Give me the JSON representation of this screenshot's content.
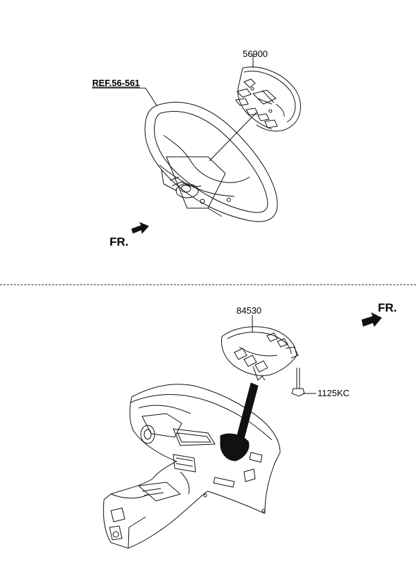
{
  "labels": {
    "ref_steering": "REF.56-561",
    "part_driver_airbag": "56900",
    "fr_top": "FR.",
    "part_passenger_airbag": "84530",
    "fr_bottom": "FR.",
    "part_bolt": "1125KC"
  },
  "icons": [
    "steering-wheel-drawing",
    "driver-airbag-module-drawing",
    "passenger-airbag-module-drawing",
    "bolt-drawing",
    "dashboard-drawing",
    "front-direction-arrow-icon"
  ]
}
